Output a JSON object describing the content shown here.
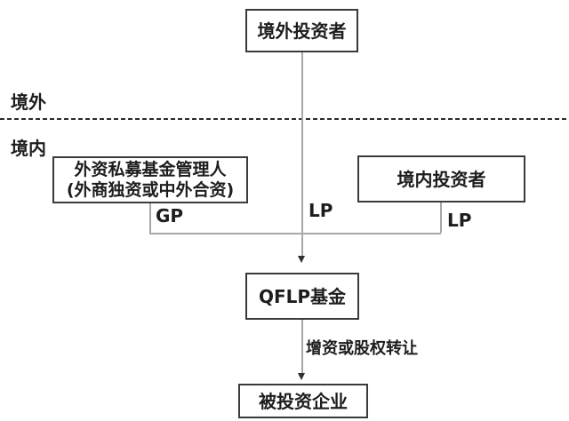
{
  "regions": {
    "offshore_label": "境外",
    "onshore_label": "境内"
  },
  "nodes": {
    "foreign_investor": "境外投资者",
    "fund_manager_line1": "外资私募基金管理人",
    "fund_manager_line2": "(外商独资或中外合资)",
    "domestic_investor": "境内投资者",
    "qflp_fund": "QFLP基金",
    "investee_company": "被投资企业"
  },
  "edge_labels": {
    "gp": "GP",
    "lp_foreign": "LP",
    "lp_domestic": "LP",
    "investment": "增资或股权转让"
  },
  "colors": {
    "background": "#ffffff",
    "box_border": "#3a3a3a",
    "text": "#1d1d1d",
    "connector_line": "#a8a8a8",
    "arrowhead": "#2f2f2f",
    "divider_line": "#2b2b2b"
  }
}
